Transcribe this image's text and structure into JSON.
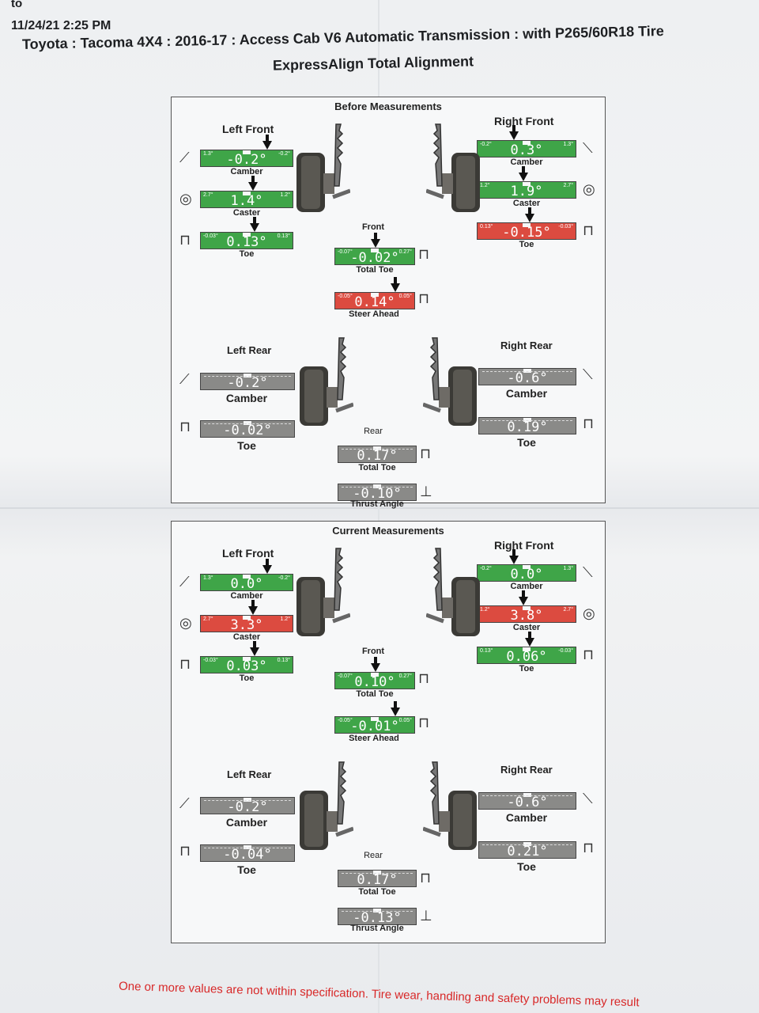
{
  "header": {
    "to_label": "to",
    "datetime": "11/24/21 2:25 PM",
    "vehicle": "Toyota : Tacoma 4X4 : 2016-17 : Access Cab V6 Automatic Transmission : with P265/60R18 Tire",
    "service": "ExpressAlign Total Alignment"
  },
  "before": {
    "title": "Before Measurements",
    "left_front": {
      "label": "Left Front",
      "camber": {
        "label": "Camber",
        "value": "-0.2°",
        "min": "1.3°",
        "max": "-0.2°",
        "status": "ok"
      },
      "caster": {
        "label": "Caster",
        "value": "1.4°",
        "min": "2.7°",
        "max": "1.2°",
        "status": "ok"
      },
      "toe": {
        "label": "Toe",
        "value": "0.13°",
        "min": "-0.03°",
        "max": "0.13°",
        "status": "ok"
      }
    },
    "right_front": {
      "label": "Right Front",
      "camber": {
        "label": "Camber",
        "value": "0.3°",
        "min": "-0.2°",
        "max": "1.3°",
        "status": "ok"
      },
      "caster": {
        "label": "Caster",
        "value": "1.9°",
        "min": "1.2°",
        "max": "2.7°",
        "status": "ok"
      },
      "toe": {
        "label": "Toe",
        "value": "-0.15°",
        "min": "0.13°",
        "max": "-0.03°",
        "status": "bad"
      }
    },
    "front_label": "Front",
    "total_toe": {
      "label": "Total Toe",
      "value": "-0.02°",
      "min": "-0.07°",
      "max": "0.27°",
      "status": "ok"
    },
    "steer_ahead": {
      "label": "Steer Ahead",
      "value": "0.14°",
      "min": "-0.05°",
      "max": "0.05°",
      "status": "bad"
    },
    "left_rear": {
      "label": "Left Rear",
      "camber": {
        "label": "Camber",
        "value": "-0.2°"
      },
      "toe": {
        "label": "Toe",
        "value": "-0.02°"
      }
    },
    "right_rear": {
      "label": "Right Rear",
      "camber": {
        "label": "Camber",
        "value": "-0.6°"
      },
      "toe": {
        "label": "Toe",
        "value": "0.19°"
      }
    },
    "rear_label": "Rear",
    "rear_total_toe": {
      "label": "Total Toe",
      "value": "0.17°"
    },
    "thrust_angle": {
      "label": "Thrust Angle",
      "value": "-0.10°"
    }
  },
  "current": {
    "title": "Current Measurements",
    "left_front": {
      "label": "Left Front",
      "camber": {
        "label": "Camber",
        "value": "0.0°",
        "min": "1.3°",
        "max": "-0.2°",
        "status": "ok"
      },
      "caster": {
        "label": "Caster",
        "value": "3.3°",
        "min": "2.7°",
        "max": "1.2°",
        "status": "bad"
      },
      "toe": {
        "label": "Toe",
        "value": "0.03°",
        "min": "-0.03°",
        "max": "0.13°",
        "status": "ok"
      }
    },
    "right_front": {
      "label": "Right Front",
      "camber": {
        "label": "Camber",
        "value": "0.0°",
        "min": "-0.2°",
        "max": "1.3°",
        "status": "ok"
      },
      "caster": {
        "label": "Caster",
        "value": "3.8°",
        "min": "1.2°",
        "max": "2.7°",
        "status": "bad"
      },
      "toe": {
        "label": "Toe",
        "value": "0.06°",
        "min": "0.13°",
        "max": "-0.03°",
        "status": "ok"
      }
    },
    "front_label": "Front",
    "total_toe": {
      "label": "Total Toe",
      "value": "0.10°",
      "min": "-0.07°",
      "max": "0.27°",
      "status": "ok"
    },
    "steer_ahead": {
      "label": "Steer Ahead",
      "value": "-0.01°",
      "min": "-0.05°",
      "max": "0.05°",
      "status": "ok"
    },
    "left_rear": {
      "label": "Left Rear",
      "camber": {
        "label": "Camber",
        "value": "-0.2°"
      },
      "toe": {
        "label": "Toe",
        "value": "-0.04°"
      }
    },
    "right_rear": {
      "label": "Right Rear",
      "camber": {
        "label": "Camber",
        "value": "-0.6°"
      },
      "toe": {
        "label": "Toe",
        "value": "0.21°"
      }
    },
    "rear_label": "Rear",
    "rear_total_toe": {
      "label": "Total Toe",
      "value": "0.17°"
    },
    "thrust_angle": {
      "label": "Thrust Angle",
      "value": "-0.13°"
    }
  },
  "footer": {
    "warning": "One or more values are not within specification. Tire wear, handling and safety problems may result"
  },
  "colors": {
    "in_spec": "#3fa548",
    "out_of_spec": "#dc4b40",
    "no_spec": "#8a8a88",
    "warning_text": "#d82828"
  },
  "icons": [
    "camber-icon",
    "caster-icon",
    "toe-icon",
    "wheel-icon",
    "strut-icon"
  ]
}
